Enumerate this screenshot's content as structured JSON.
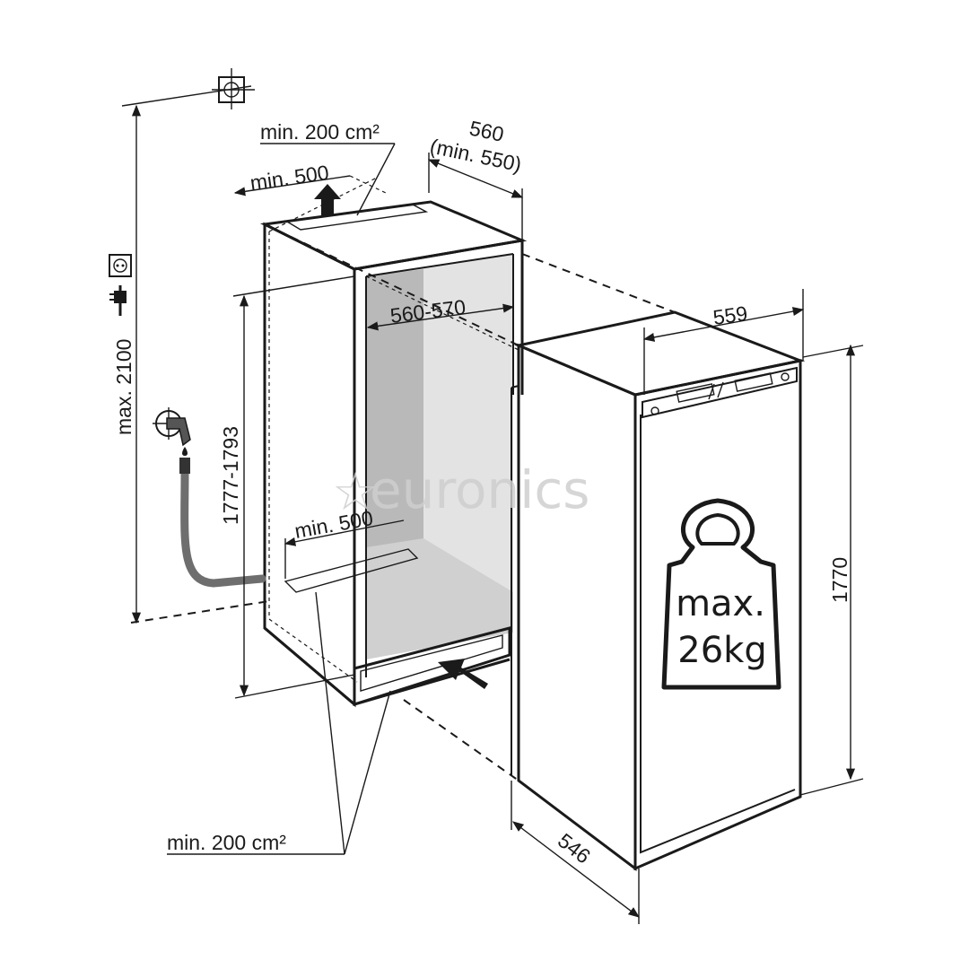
{
  "dimensions": {
    "vent_top_area": "min. 200 cm²",
    "top_depth": "min. 500",
    "niche_width": "560",
    "niche_width_min": "(min. 550)",
    "niche_inner_width": "560-570",
    "max_height": "max. 2100",
    "niche_height": "1777-1793",
    "bottom_depth": "min. 500",
    "appliance_width": "559",
    "appliance_height": "1770",
    "appliance_depth": "546",
    "vent_bottom_area": "min. 200 cm²"
  },
  "weight_badge": {
    "line1": "max.",
    "line2": "26kg"
  },
  "watermark": "euronics",
  "icons": [
    "drill-mark-icon",
    "power-socket-icon",
    "power-plug-icon",
    "water-tap-icon"
  ],
  "colors": {
    "line": "#1a1a1a",
    "niche_interior": "#d9d9d9",
    "niche_shadow": "#b7b7b7",
    "hose": "#6e6e6e",
    "watermark": "#cfcfcf"
  }
}
